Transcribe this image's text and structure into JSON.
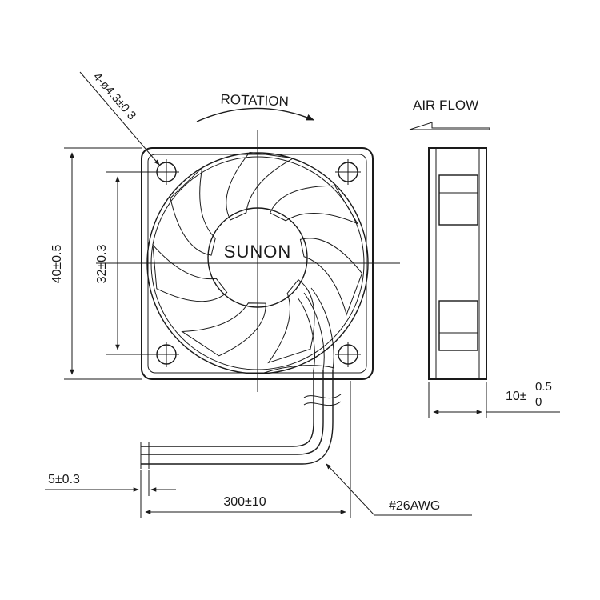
{
  "diagram": {
    "rotation_label": "ROTATION",
    "airflow_label": "AIR FLOW",
    "brand_label": "SUNON",
    "hole_dim": "4-ø4.3±0.3",
    "outer_dim": "40±0.5",
    "hole_pitch_dim": "32±0.3",
    "thickness_dim": {
      "base": "10±",
      "upper_tol": "0.5",
      "lower_tol": "0"
    },
    "strip_dim": "5±0.3",
    "lead_length_dim": "300±10",
    "wire_gauge": "#26AWG"
  }
}
